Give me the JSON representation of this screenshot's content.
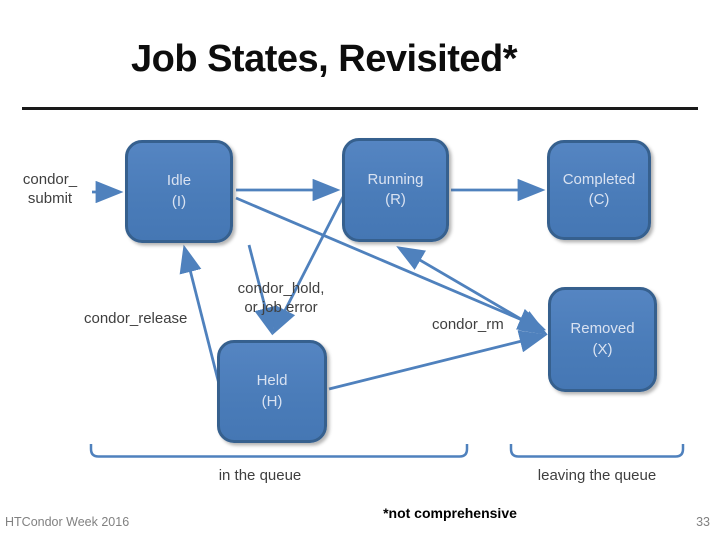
{
  "slide": {
    "title": "Job States, Revisited*",
    "footer": {
      "event": "HTCondor Week 2016",
      "note": "*not comprehensive",
      "page_number": "33"
    }
  },
  "states": {
    "idle": {
      "name": "Idle",
      "code": "(I)"
    },
    "running": {
      "name": "Running",
      "code": "(R)"
    },
    "completed": {
      "name": "Completed",
      "code": "(C)"
    },
    "held": {
      "name": "Held",
      "code": "(H)"
    },
    "removed": {
      "name": "Removed",
      "code": "(X)"
    }
  },
  "labels": {
    "submit_line1": "condor_",
    "submit_line2": "submit",
    "release": "condor_release",
    "hold_line1": "condor_hold,",
    "hold_line2": "or job error",
    "rm": "condor_rm",
    "in_queue": "in the queue",
    "leaving_queue": "leaving the queue"
  },
  "transitions": [
    {
      "from": "condor_submit",
      "to": "Idle"
    },
    {
      "from": "Idle",
      "to": "Running"
    },
    {
      "from": "Running",
      "to": "Completed"
    },
    {
      "from": "Idle",
      "to": "Held",
      "label": "condor_hold, or job error"
    },
    {
      "from": "Running",
      "to": "Held",
      "label": "condor_hold, or job error"
    },
    {
      "from": "Held",
      "to": "Idle",
      "label": "condor_release"
    },
    {
      "from": "Idle",
      "to": "Removed",
      "label": "condor_rm"
    },
    {
      "from": "Running",
      "to": "Removed",
      "label": "condor_rm"
    },
    {
      "from": "Held",
      "to": "Removed",
      "label": "condor_rm"
    }
  ],
  "colors": {
    "box_fill": "#4F81BD",
    "box_border": "#36608E",
    "box_text": "#D9E2F1",
    "arrow": "#4F81BD",
    "label_text": "#3F3F3F",
    "title_text": "#0D0D0D",
    "footer_gray": "#818181"
  }
}
